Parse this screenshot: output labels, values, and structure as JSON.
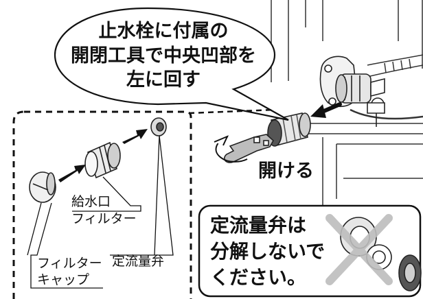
{
  "callout": {
    "line1": "止水栓に付属の",
    "line2": "開閉工具で中央凹部を",
    "line3": "左に回す"
  },
  "open_label": "開ける",
  "parts": {
    "inlet_filter_line1": "給水口",
    "inlet_filter_line2": "フィルター",
    "filter_cap_line1": "フィルター",
    "filter_cap_line2": "キャップ",
    "flow_valve": "定流量弁"
  },
  "warning": {
    "line1": "定流量弁は",
    "line2": "分解しないで",
    "line3": "ください。"
  },
  "colors": {
    "line": "#111111",
    "arrow": "#111111",
    "cross": "#bfbfbf",
    "metal_dark": "#555555",
    "metal_light": "#d9d9d9"
  }
}
